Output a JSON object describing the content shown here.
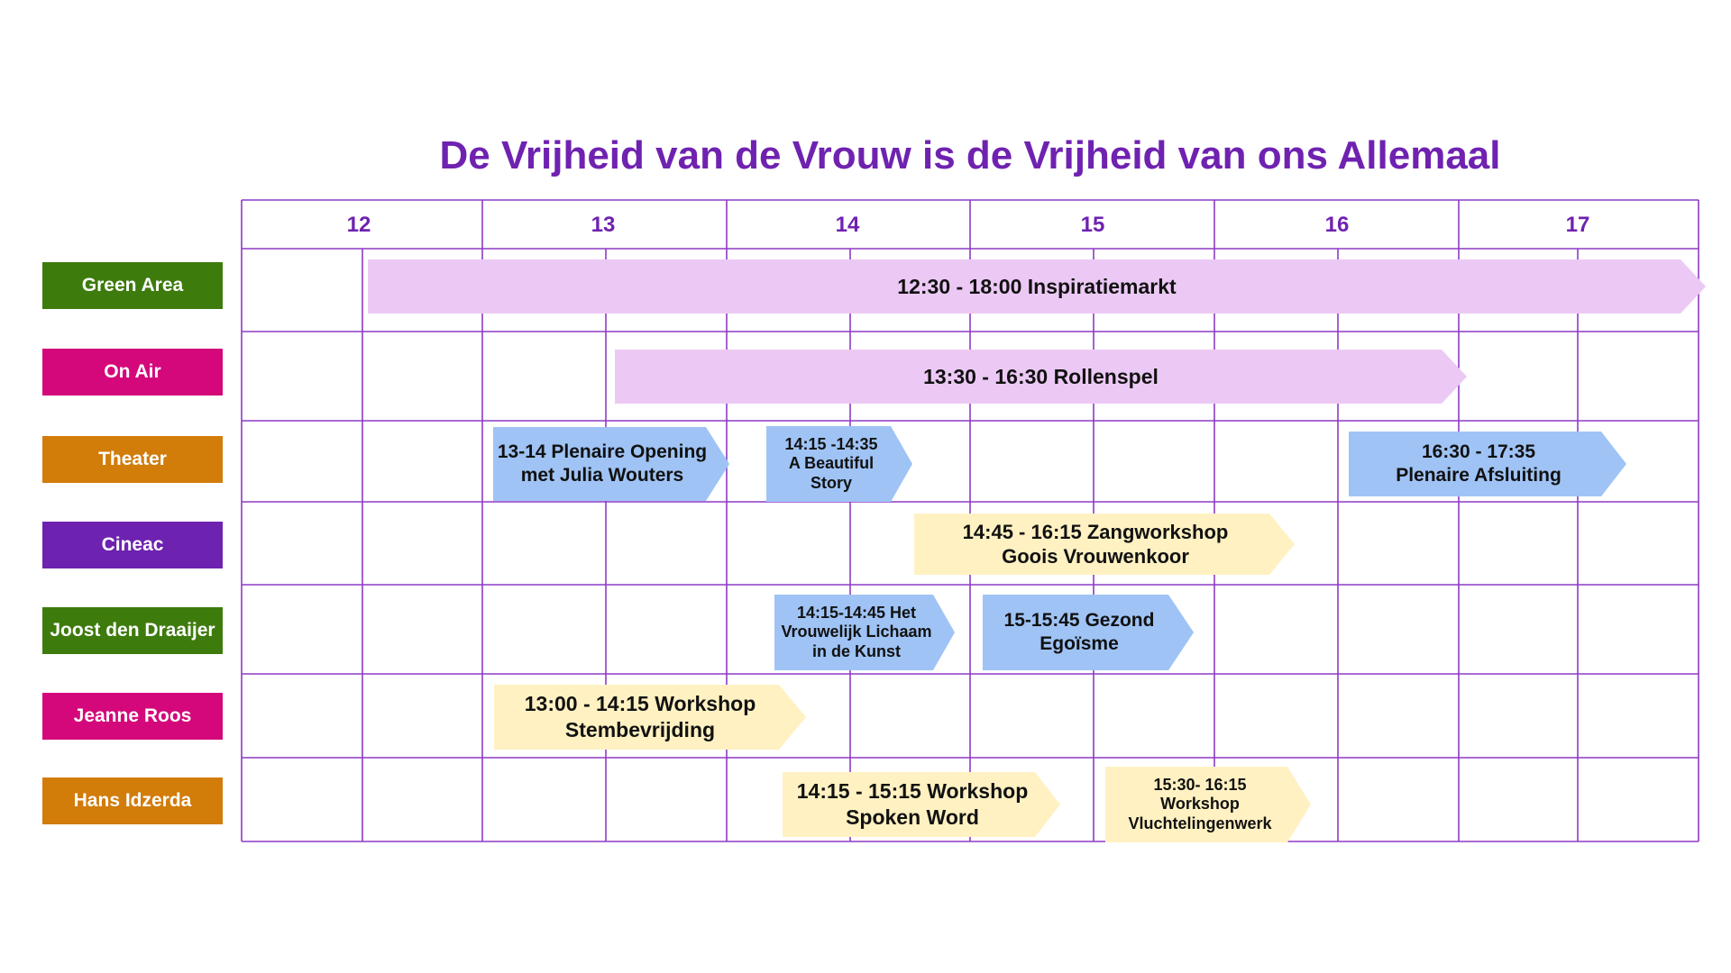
{
  "title": "De Vrijheid van de Vrouw is de Vrijheid van ons Allemaal",
  "hours": [
    "12",
    "13",
    "14",
    "15",
    "16",
    "17"
  ],
  "stages": [
    {
      "name": "Green Area",
      "color": "#3e7b0d"
    },
    {
      "name": "On Air",
      "color": "#d4087a"
    },
    {
      "name": "Theater",
      "color": "#d27c0a"
    },
    {
      "name": "Cineac",
      "color": "#6e22b0"
    },
    {
      "name": "Joost den Draaijer",
      "color": "#3e7b0d"
    },
    {
      "name": "Jeanne Roos",
      "color": "#d4087a"
    },
    {
      "name": "Hans Idzerda",
      "color": "#d27c0a"
    }
  ],
  "event_colors": {
    "pink": "#ecc9f5",
    "blue": "#9fc3f5",
    "yellow": "#fff1c2"
  },
  "events": {
    "inspiratiemarkt": {
      "line1": "12:30 - 18:00 Inspiratiemarkt"
    },
    "rollenspel": {
      "line1": "13:30 - 16:30 Rollenspel"
    },
    "plenaire_opening": {
      "line1": "13-14 Plenaire Opening",
      "line2": "met Julia Wouters"
    },
    "beautiful_story": {
      "line1": "14:15 -14:35",
      "line2": "A Beautiful",
      "line3": "Story"
    },
    "plenaire_afsluiting": {
      "line1": "16:30 - 17:35",
      "line2": "Plenaire Afsluiting"
    },
    "zangworkshop": {
      "line1": "14:45 - 16:15 Zangworkshop",
      "line2": "Goois Vrouwenkoor"
    },
    "vrouwelijk_lichaam": {
      "line1": "14:15-14:45 Het",
      "line2": "Vrouwelijk Lichaam",
      "line3": "in de Kunst"
    },
    "gezond_egoisme": {
      "line1": "15-15:45 Gezond",
      "line2": "Egoïsme"
    },
    "stembevrijding": {
      "line1": "13:00 - 14:15 Workshop",
      "line2": "Stembevrijding"
    },
    "spoken_word": {
      "line1": "14:15 - 15:15 Workshop",
      "line2": "Spoken Word"
    },
    "vluchtelingenwerk": {
      "line1": "15:30- 16:15",
      "line2": "Workshop",
      "line3": "Vluchtelingenwerk"
    }
  }
}
